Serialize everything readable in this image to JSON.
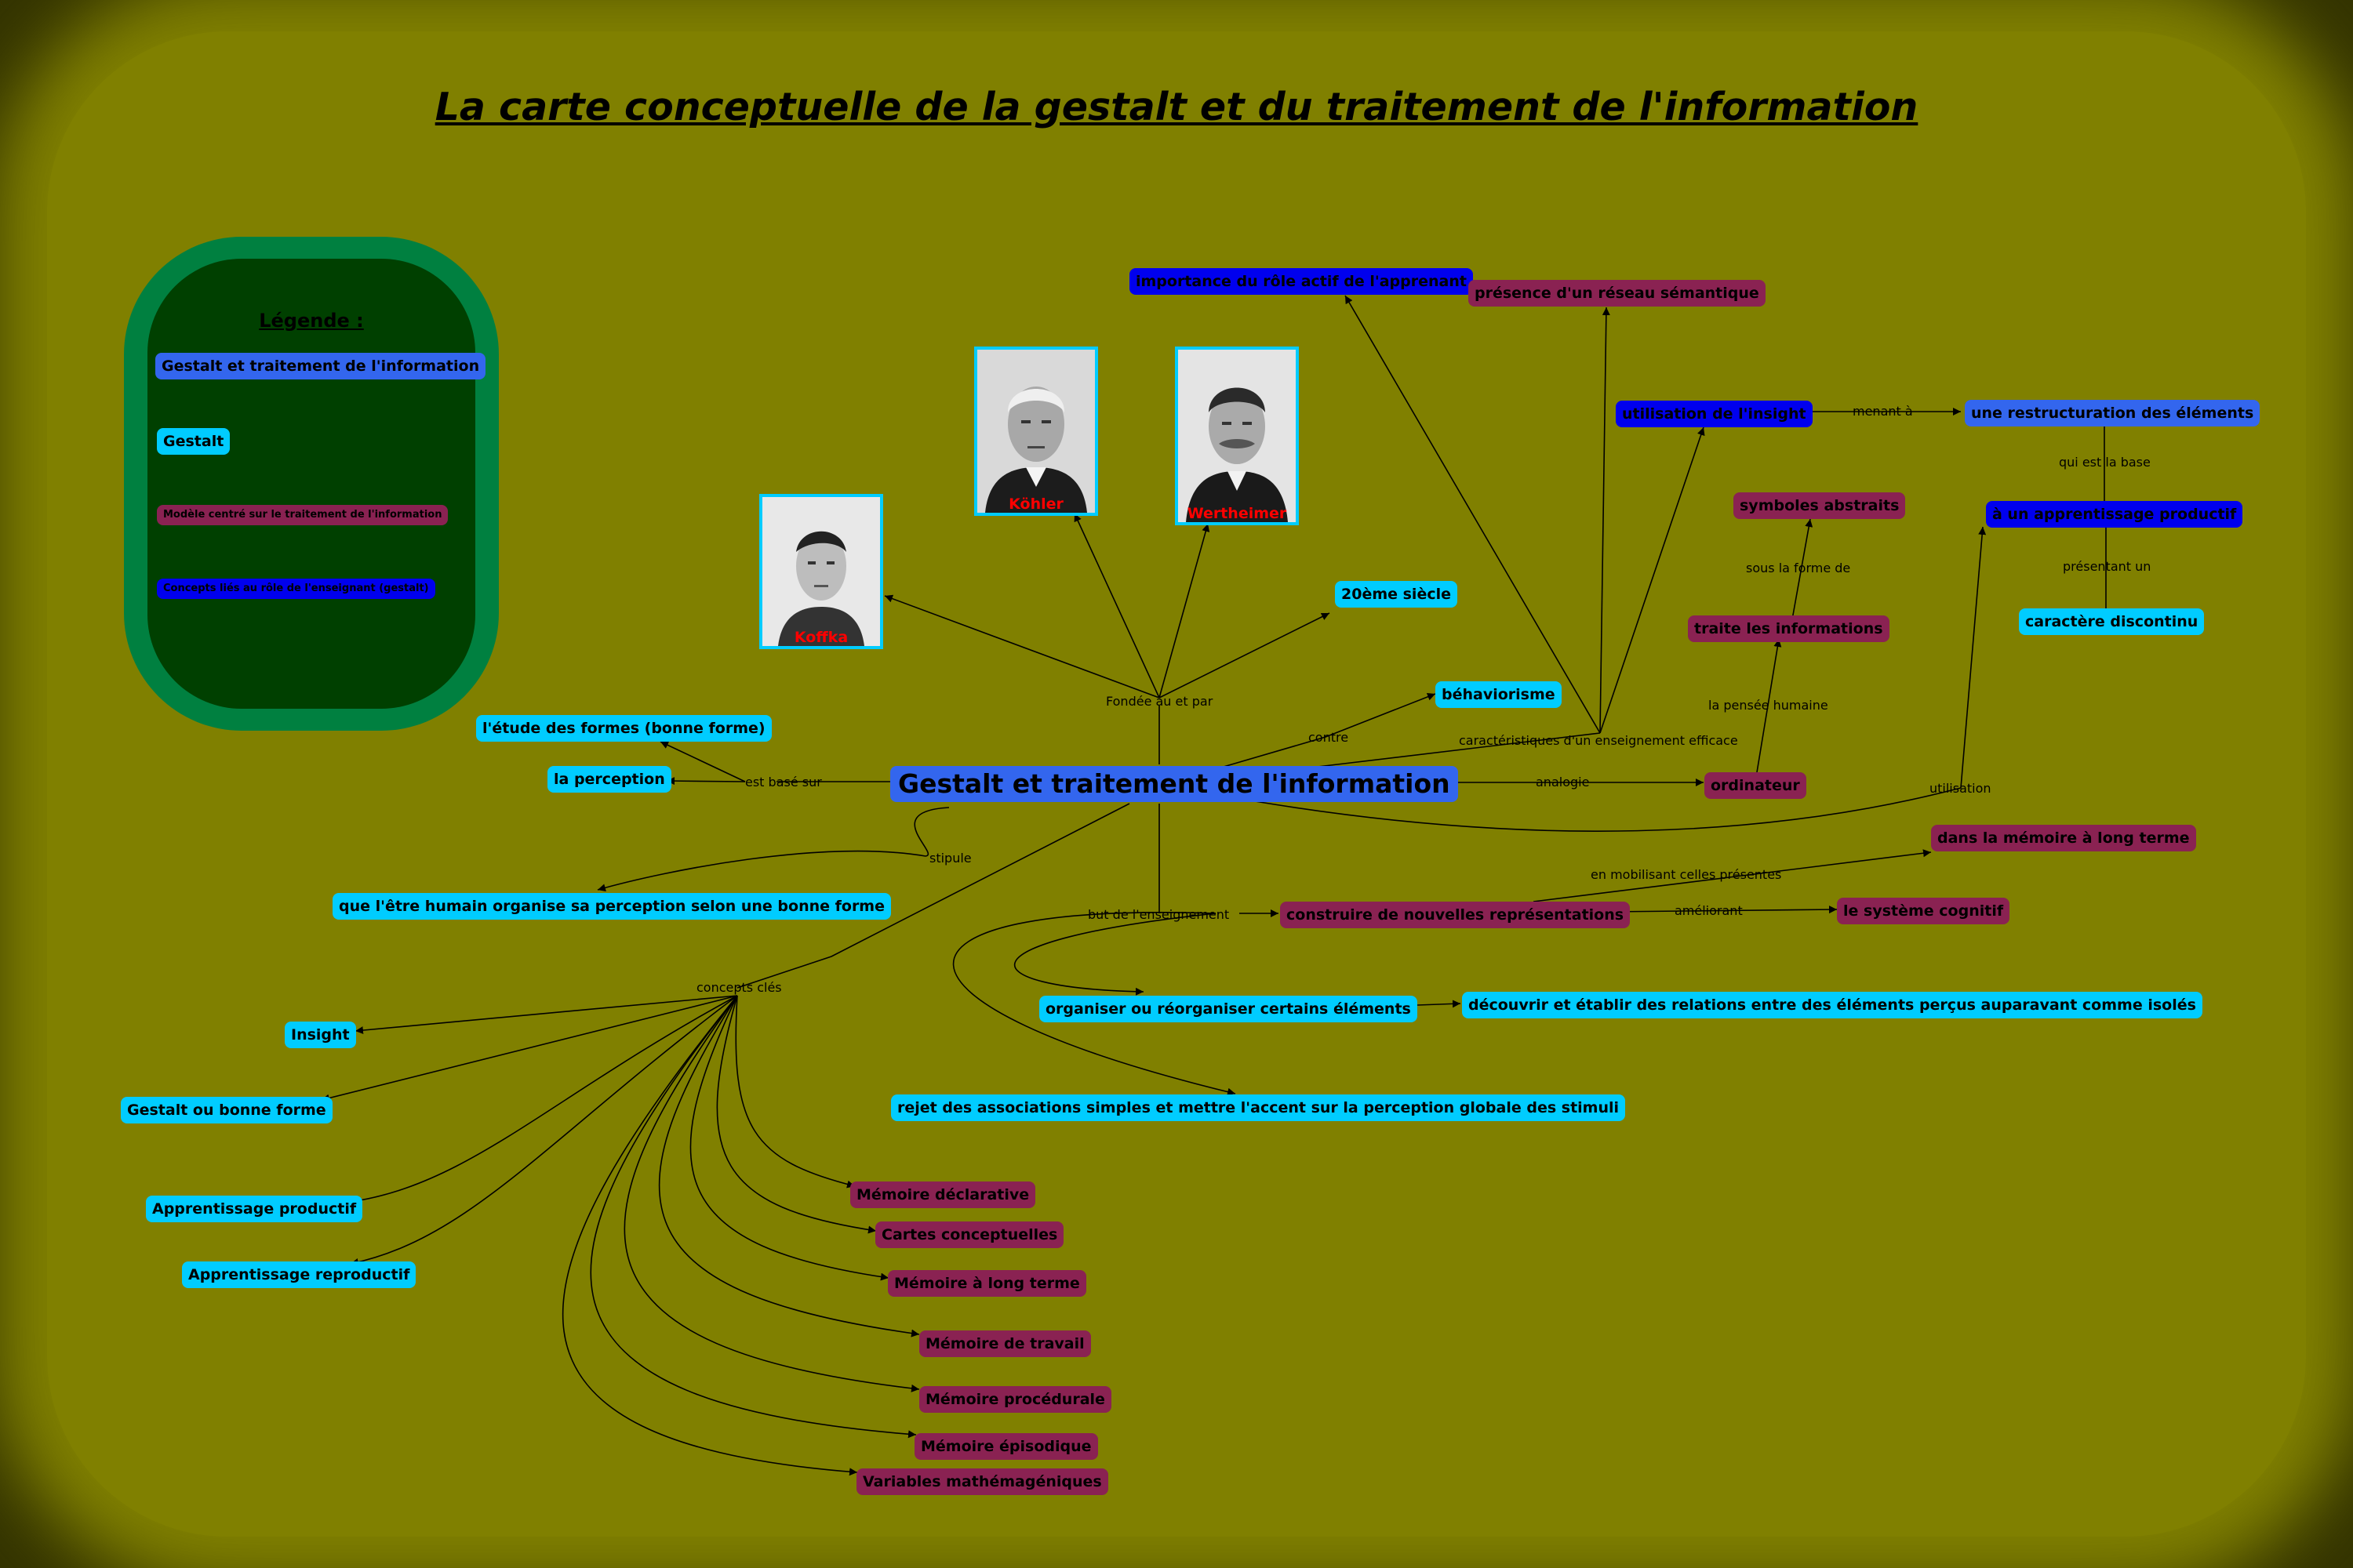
{
  "title": "La carte conceptuelle de la gestalt et du traitement de l'information",
  "legend": {
    "title": "Légende :",
    "items": [
      {
        "label": "Gestalt et traitement de l'information",
        "color": "#3366ee"
      },
      {
        "label": "Gestalt",
        "color": "#00ccff"
      },
      {
        "label": "Modèle centré sur le traitement de l'information",
        "color": "#8a2252"
      },
      {
        "label": "Concepts liés au rôle de l'enseignant (gestalt)",
        "color": "#0000ee"
      }
    ]
  },
  "photos": [
    {
      "name": "Koffka",
      "icon": "portrait-icon"
    },
    {
      "name": "Köhler",
      "icon": "portrait-icon"
    },
    {
      "name": "Wertheimer",
      "icon": "portrait-icon"
    }
  ],
  "nodes": {
    "main": "Gestalt et traitement de l'information",
    "importance": "importance du rôle actif de l'apprenant",
    "reseau": "présence d'un réseau sémantique",
    "utilisation_insight": "utilisation de l'insight",
    "restructuration": "une restructuration des éléments",
    "symboles": "symboles abstraits",
    "apprentissage_prod": "à un apprentissage productif",
    "siecle": "20ème siècle",
    "traite": "traite les informations",
    "caractere": "caractère discontinu",
    "behaviorisme": "béhaviorisme",
    "etude_formes": "l'étude des formes (bonne forme)",
    "perception": "la perception",
    "ordinateur": "ordinateur",
    "memoire_lt_top": "dans la mémoire à long terme",
    "etre_humain": "que l'être humain organise sa perception selon une bonne forme",
    "construire": "construire de nouvelles représentations",
    "systeme": "le système cognitif",
    "organiser": "organiser ou réorganiser certains éléments",
    "decouvrir": "découvrir et établir des relations entre des éléments perçus auparavant comme isolés",
    "rejet": "rejet des associations simples et mettre l'accent sur la perception globale des stimuli",
    "insight": "Insight",
    "gestalt_bf": "Gestalt ou bonne forme",
    "app_productif": "Apprentissage productif",
    "app_reproductif": "Apprentissage reproductif",
    "mem_decl": "Mémoire déclarative",
    "cartes": "Cartes conceptuelles",
    "mem_lt": "Mémoire à long terme",
    "mem_travail": "Mémoire de travail",
    "mem_proc": "Mémoire procédurale",
    "mem_epi": "Mémoire épisodique",
    "variables": "Variables mathémagéniques"
  },
  "labels": {
    "fondee": "Fondée au et par",
    "contre": "contre",
    "caracteristiques": "caractéristiques d'un enseignement efficace",
    "menant": "menant à",
    "qui_est": "qui est la base",
    "presentant": "présentant un",
    "sous_forme": "sous la forme de",
    "pensee": "la pensée humaine",
    "est_base": "est basé sur",
    "analogie": "analogie",
    "utilisation": "utilisation",
    "stipule": "stipule",
    "mobilisant": "en mobilisant celles présentes",
    "but": "but de l'enseignement",
    "ameliorant": "améliorant",
    "concepts": "concepts clés"
  }
}
